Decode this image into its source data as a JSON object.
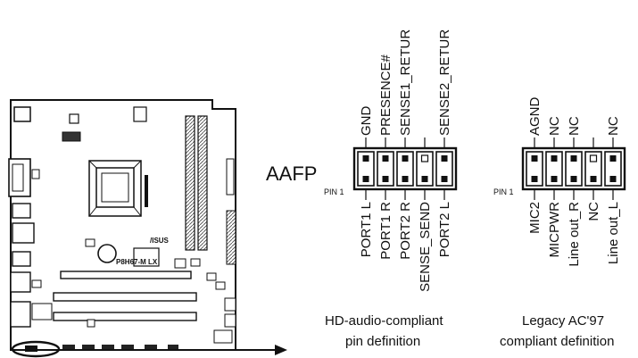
{
  "header_name": "AAFP",
  "board": {
    "model": "P8H67-M LX",
    "brand": "/ISUS"
  },
  "hd_audio": {
    "pin1_label": "PIN 1",
    "top_labels": [
      "GND",
      "PRESENCE#",
      "SENSE1_RETUR",
      "",
      "SENSE2_RETUR"
    ],
    "bottom_labels": [
      "PORT1 L",
      "PORT1 R",
      "PORT2 R",
      "SENSE_SEND",
      "PORT2 L"
    ],
    "caption_line1": "HD-audio-compliant",
    "caption_line2": "pin definition"
  },
  "ac97": {
    "pin1_label": "PIN 1",
    "top_labels": [
      "AGND",
      "NC",
      "NC",
      "",
      "NC"
    ],
    "bottom_labels": [
      "MIC2",
      "MICPWR",
      "Line out_R",
      "NC",
      "Line out_L"
    ],
    "caption_line1": "Legacy AC'97",
    "caption_line2": "compliant definition"
  }
}
